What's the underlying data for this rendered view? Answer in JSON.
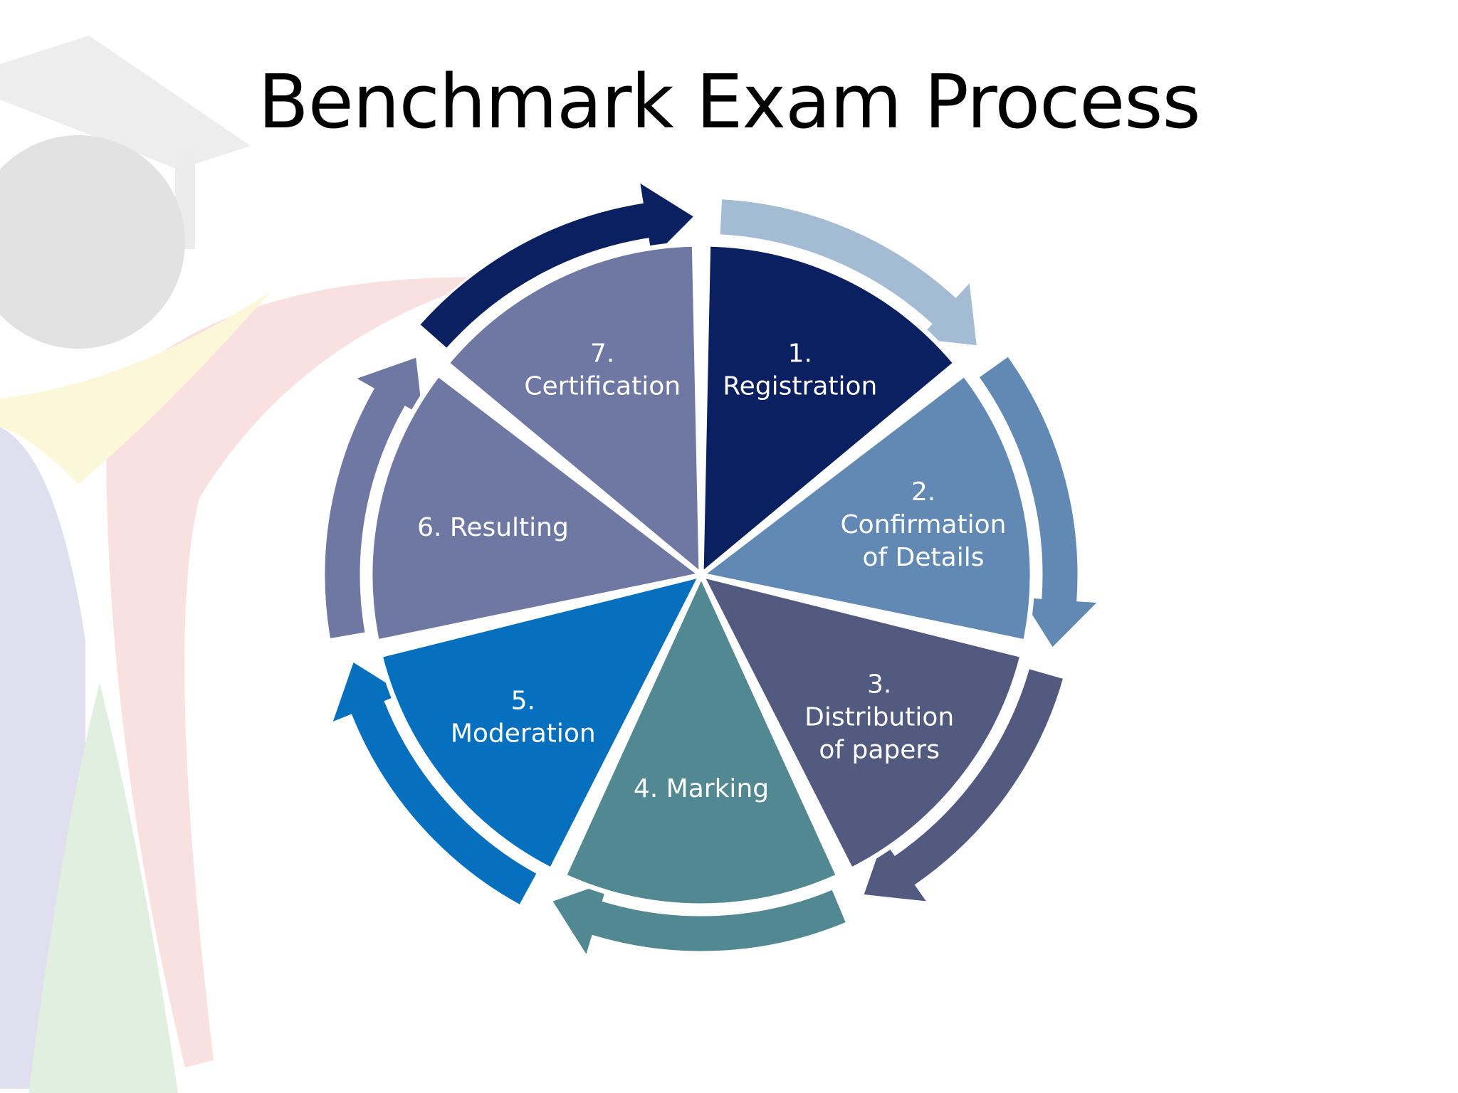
{
  "title": "Benchmark Exam Process",
  "colors": {
    "registration": "#0b2060",
    "confirmation": "#6189b3",
    "distribution": "#525a80",
    "marking": "#528891",
    "moderation": "#0670be",
    "resulting": "#6e78a3",
    "certification": "#6e78a3",
    "arrow_certification": "#0b2060",
    "arrow_registration": "#a4bbd4",
    "arrow_confirmation": "#6189b3",
    "arrow_distribution": "#525a80",
    "arrow_marking": "#528891",
    "arrow_moderation": "#0670be",
    "arrow_resulting": "#6e78a3"
  },
  "steps": [
    {
      "id": "registration",
      "lines": [
        "1.",
        "Registration"
      ]
    },
    {
      "id": "confirmation",
      "lines": [
        "2.",
        "Confirmation",
        "of Details"
      ]
    },
    {
      "id": "distribution",
      "lines": [
        "3.",
        "Distribution",
        "of papers"
      ]
    },
    {
      "id": "marking",
      "lines": [
        "4. Marking"
      ]
    },
    {
      "id": "moderation",
      "lines": [
        "5.",
        "Moderation"
      ]
    },
    {
      "id": "resulting",
      "lines": [
        "6. Resulting"
      ]
    },
    {
      "id": "certification",
      "lines": [
        "7.",
        "Certification"
      ]
    }
  ],
  "background_icon": "graduate-figure-watermark"
}
